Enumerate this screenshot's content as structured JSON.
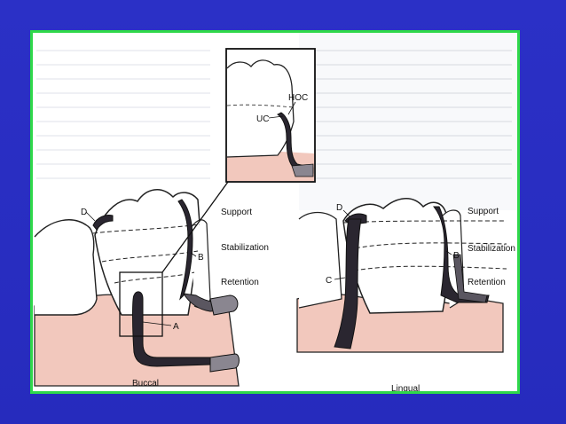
{
  "colors": {
    "background": "#2a2fc4",
    "frame_border": "#2fd84a",
    "gingiva": "#f2c8bd",
    "clasp": "#2a2630",
    "tooth_outline": "#1a1a1a"
  },
  "labels": {
    "buccal": {
      "D": "D",
      "B": "B",
      "A": "A",
      "support": "Support",
      "stabilization": "Stabilization",
      "retention": "Retention",
      "caption": "Buccal"
    },
    "inset": {
      "HOC": "HOC",
      "UC": "UC"
    },
    "lingual": {
      "D": "D",
      "B": "B",
      "C": "C",
      "support": "Support",
      "stabilization": "Stabilization",
      "retention": "Retention",
      "caption": "Lingual"
    }
  }
}
